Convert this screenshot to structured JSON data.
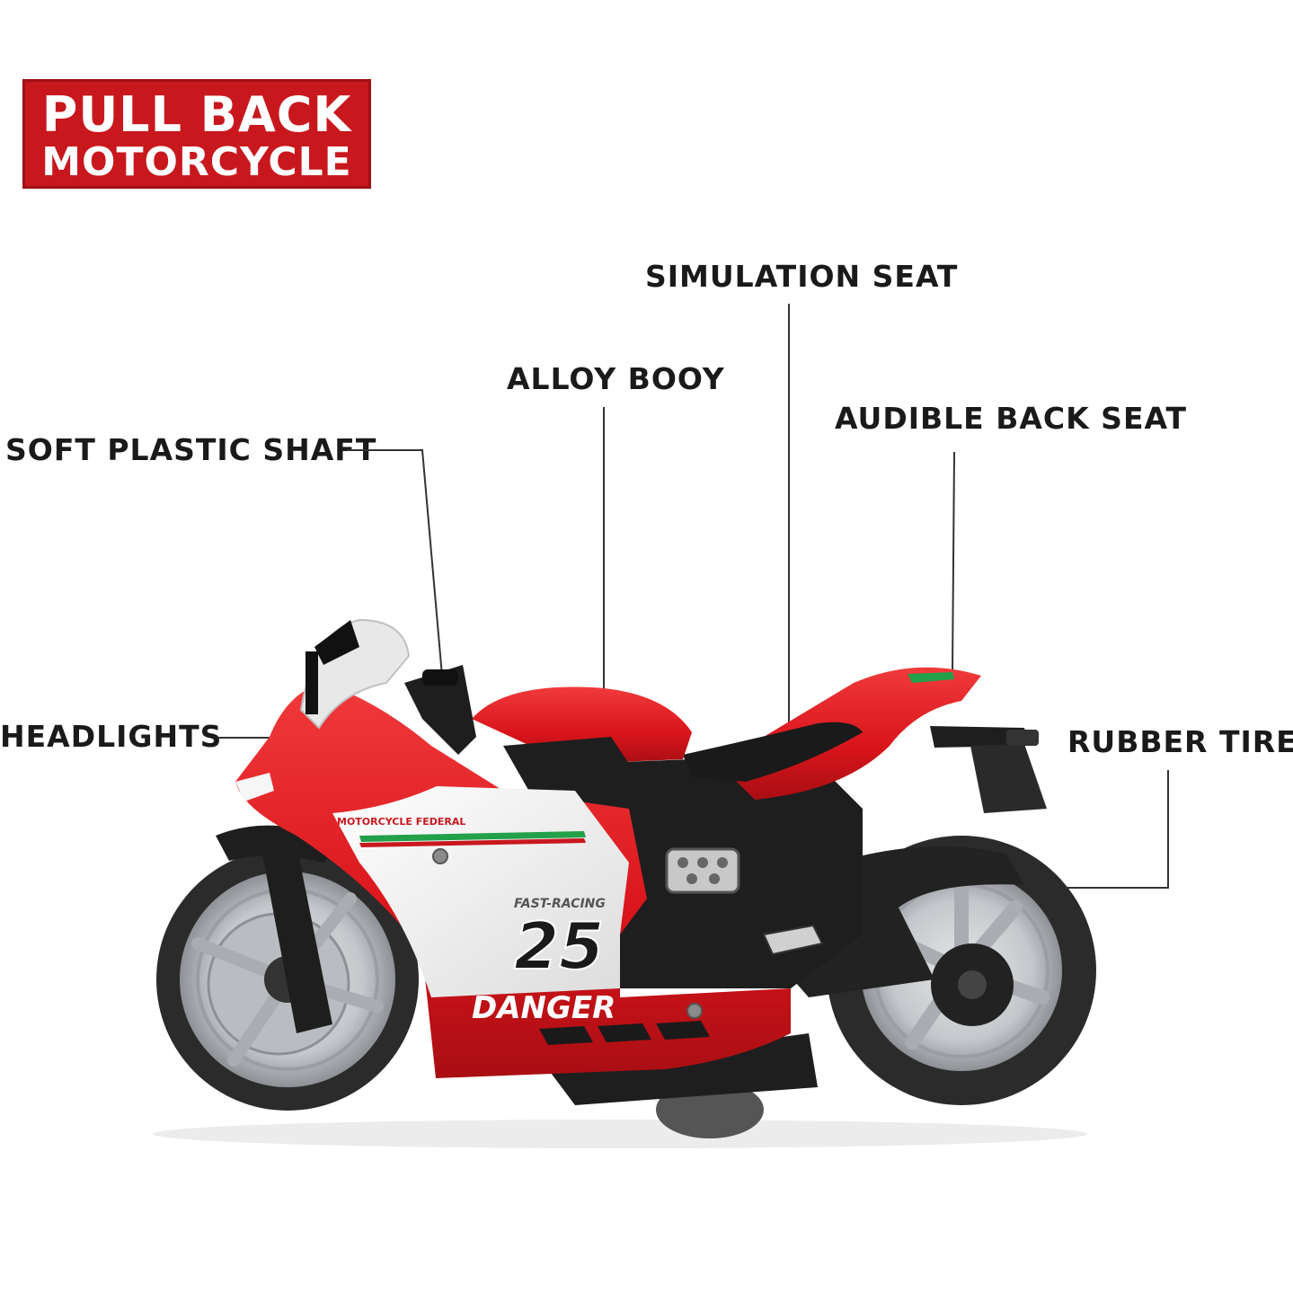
{
  "title": {
    "line1": "PULL BACK",
    "line2": "MOTORCYCLE"
  },
  "callouts": {
    "simulation_seat": "SIMULATION SEAT",
    "alloy_body": "ALLOY BOOY",
    "audible_back_seat": "AUDIBLE BACK SEAT",
    "soft_plastic_shaft": "SOFT PLASTIC SHAFT",
    "headlights": "HEADLIGHTS",
    "rubber_tires": "RUBBER TIRES"
  },
  "decals": {
    "brand": "MOTORCYCLE FEDERAL",
    "racing": "FAST-RACING",
    "number": "25",
    "side": "DANGER"
  },
  "colors": {
    "brand_red": "#c8181e",
    "body_red": "#d9151b",
    "fairing_white": "#f4f4f4",
    "frame_black": "#1e1e1e",
    "tire": "#2b2b2b",
    "rim_silver": "#c9ccd0"
  }
}
